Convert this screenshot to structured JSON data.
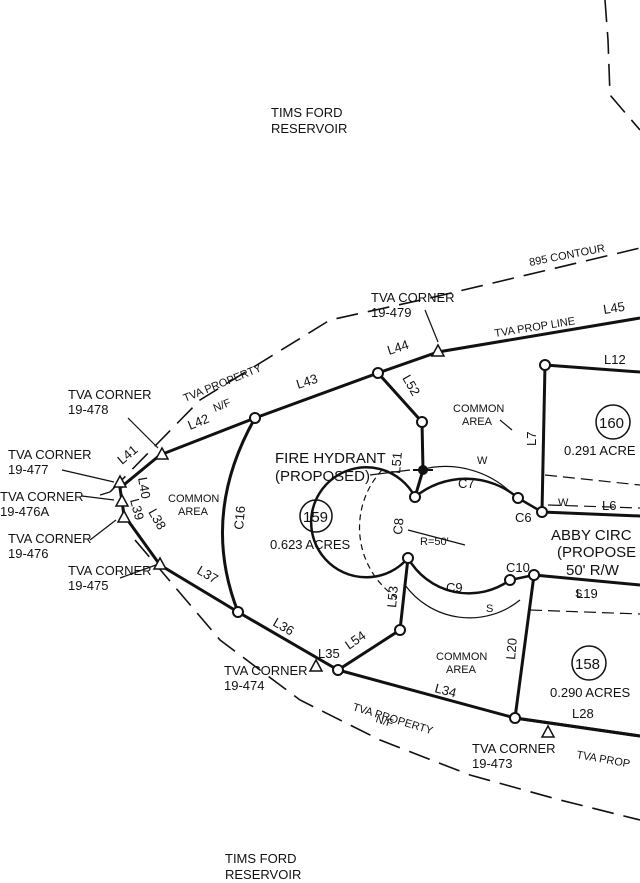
{
  "water": {
    "top_line1": "TIMS FORD",
    "top_line2": "RESERVOIR",
    "bottom_line1": "TIMS FORD",
    "bottom_line2": "RESERVOIR"
  },
  "contour": "895 CONTOUR",
  "property": {
    "top_line1": "TVA PROPERTY",
    "top_line2": "N/F",
    "bottom_line1": "TVA PROPERTY",
    "bottom_line2": "N/F",
    "prop_line_top": "TVA PROP LINE",
    "prop_line_bottom": "TVA PROP"
  },
  "corners": [
    {
      "line1": "TVA CORNER",
      "line2": "19-479"
    },
    {
      "line1": "TVA CORNER",
      "line2": "19-478"
    },
    {
      "line1": "TVA CORNER",
      "line2": "19-477"
    },
    {
      "line1": "TVA CORNER",
      "line2": "19-476A"
    },
    {
      "line1": "TVA CORNER",
      "line2": "19-476"
    },
    {
      "line1": "TVA CORNER",
      "line2": "19-475"
    },
    {
      "line1": "TVA CORNER",
      "line2": "19-474"
    },
    {
      "line1": "TVA CORNER",
      "line2": "19-473"
    }
  ],
  "common_area": {
    "line1": "COMMON",
    "line2": "AREA"
  },
  "lots": [
    {
      "number": "159",
      "acres": "0.623 ACRES"
    },
    {
      "number": "160",
      "acres": "0.291 ACRE"
    },
    {
      "number": "158",
      "acres": "0.290 ACRES"
    }
  ],
  "hydrant": {
    "line1": "FIRE HYDRANT",
    "line2": "(PROPOSED)"
  },
  "radius": "R=50'",
  "road": {
    "line1": "ABBY CIRC",
    "line2": "(PROPOSE",
    "line3": "50' R/W"
  },
  "utilities": {
    "water": "W",
    "sewer": "S"
  },
  "line_labels": {
    "L45": "L45",
    "L44": "L44",
    "L43": "L43",
    "L42": "L42",
    "L41": "L41",
    "L40": "L40",
    "L39": "L39",
    "L38": "L38",
    "L37": "L37",
    "L36": "L36",
    "L35": "L35",
    "L34": "L34",
    "L28": "L28",
    "L20": "L20",
    "L19": "L19",
    "L12": "L12",
    "L7": "L7",
    "L6": "L6",
    "L51": "L51",
    "L52": "L52",
    "L53": "L53",
    "L54": "L54"
  },
  "curve_labels": {
    "C6": "C6",
    "C7": "C7",
    "C8": "C8",
    "C9": "C9",
    "C10": "C10",
    "C16": "C16"
  }
}
